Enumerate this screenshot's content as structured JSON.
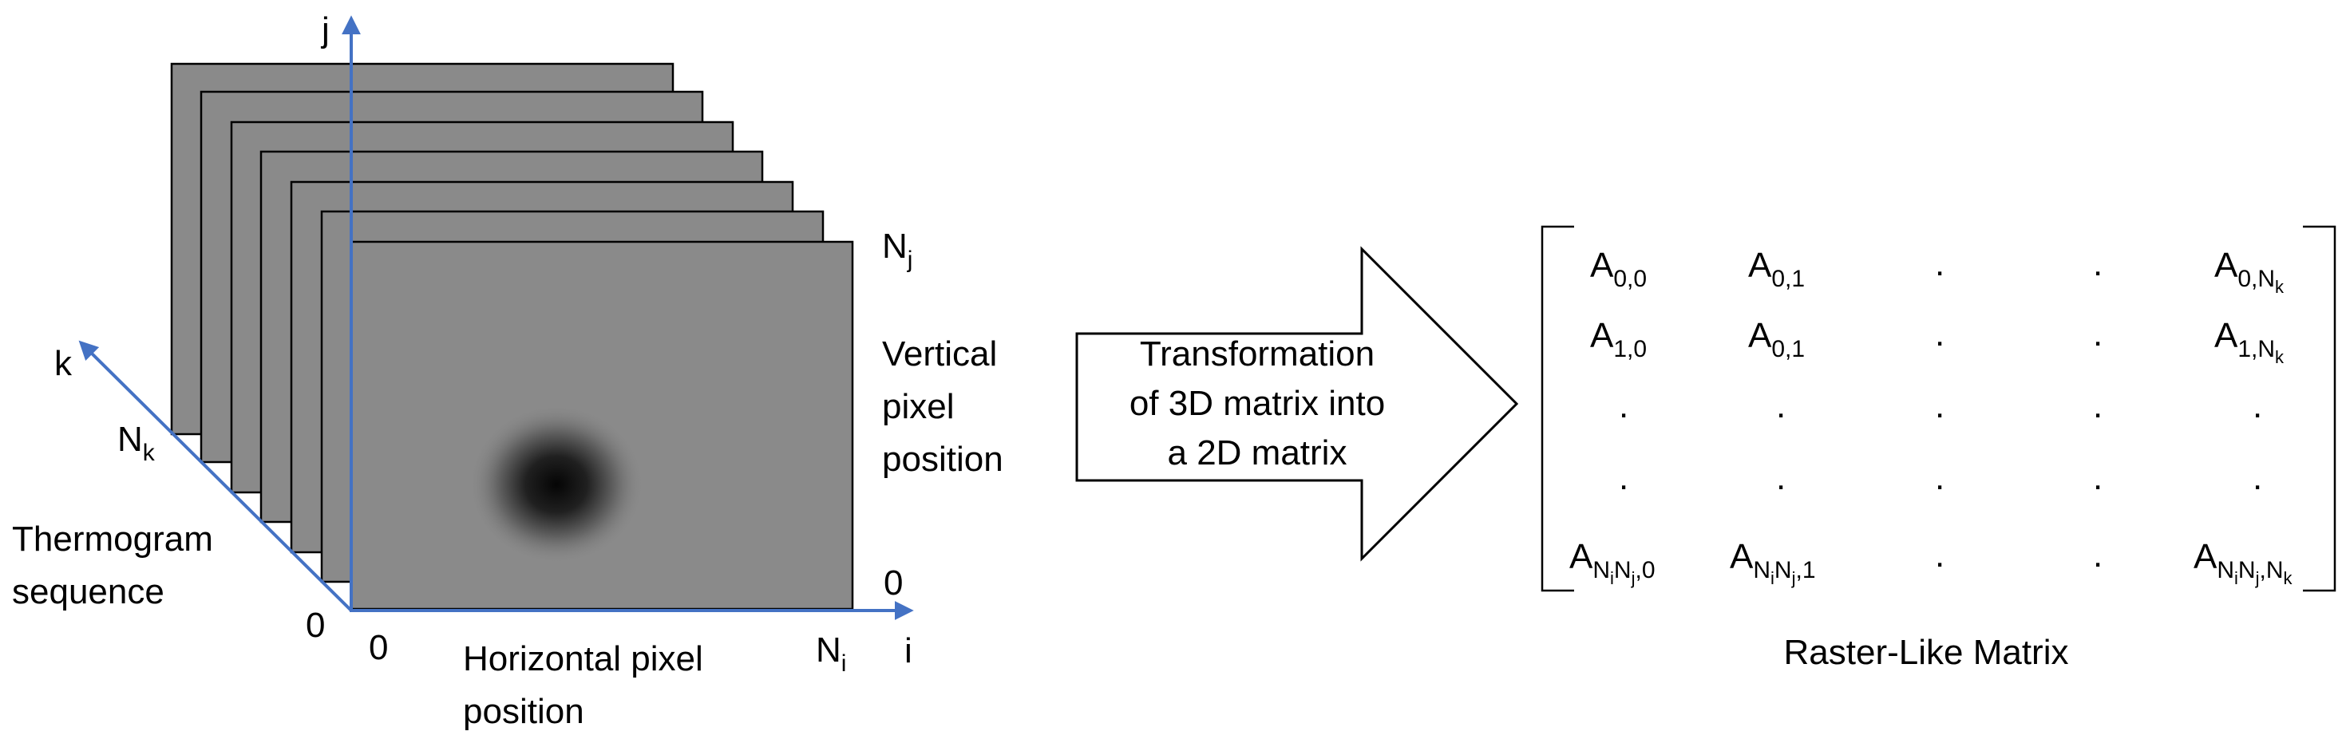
{
  "colors": {
    "axis": "#4472C4",
    "frame_fill": "#8a8a8a",
    "frame_stroke": "#000000",
    "text": "#000000",
    "background": "#ffffff"
  },
  "axes": {
    "j": "j",
    "k": "k",
    "i": "i"
  },
  "labels": {
    "nj": "N",
    "nj_sub": "j",
    "ni": "N",
    "ni_sub": "i",
    "nk": "N",
    "nk_sub": "k",
    "zero_vertical_right": "0",
    "zero_origin_left": "0",
    "zero_origin_bottom": "0",
    "vertical_line1": "Vertical",
    "vertical_line2": "pixel",
    "vertical_line3": "position",
    "horizontal_line1": "Horizontal pixel",
    "horizontal_line2": "position",
    "thermo_line1": "Thermogram",
    "thermo_line2": "sequence"
  },
  "arrow": {
    "line1": "Transformation",
    "line2": "of 3D matrix into",
    "line3": "a 2D matrix"
  },
  "matrix": {
    "caption": "Raster-Like Matrix",
    "dot": ".",
    "r0c0_base": "A",
    "r0c0_sub": "0,0",
    "r0c1_base": "A",
    "r0c1_sub": "0,1",
    "r0c4_base": "A",
    "r0c4_sub": "0,N",
    "r0c4_subsub": "k",
    "r1c0_base": "A",
    "r1c0_sub": "1,0",
    "r1c1_base": "A",
    "r1c1_sub": "0,1",
    "r1c4_base": "A",
    "r1c4_sub": "1,N",
    "r1c4_subsub": "k",
    "r4c0_base": "A",
    "r4c0_sub_a": "N",
    "r4c0_subsub_a": "i",
    "r4c0_sub_b": "N",
    "r4c0_subsub_b": "j",
    "r4c0_sub_c": ",0",
    "r4c1_base": "A",
    "r4c1_sub_a": "N",
    "r4c1_subsub_a": "i",
    "r4c1_sub_b": "N",
    "r4c1_subsub_b": "j",
    "r4c1_sub_c": ",1",
    "r4c4_base": "A",
    "r4c4_sub_a": "N",
    "r4c4_subsub_a": "i",
    "r4c4_sub_b": "N",
    "r4c4_subsub_b": "j",
    "r4c4_sub_c": ",N",
    "r4c4_subsub_c": "k"
  }
}
